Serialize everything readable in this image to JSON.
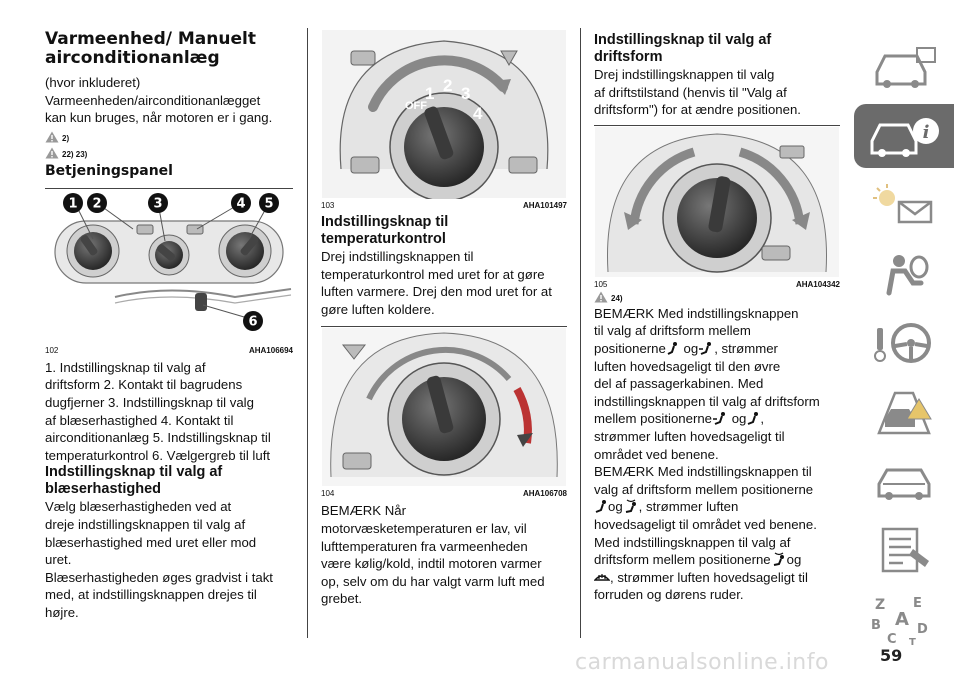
{
  "col1": {
    "heading": [
      "Varmeenhed/ Manuelt",
      "airconditionanlæg"
    ],
    "intro": [
      "(hvor inkluderet)",
      "Varmeenheden/airconditionanlægget",
      "kan kun bruges, når motoren er i gang."
    ],
    "warn1": "2)",
    "warn2": "22)  23)",
    "panel_heading": "Betjeningspanel",
    "figure": {
      "number": "102",
      "code": "AHA106694",
      "callouts": [
        "1",
        "2",
        "3",
        "4",
        "5",
        "6"
      ]
    },
    "legend": [
      "1. Indstillingsknap til valg af",
      "driftsform 2. Kontakt til bagrudens",
      "dugfjerner 3. Indstillingsknap til valg",
      "af blæserhastighed 4. Kontakt til",
      "airconditionanlæg 5. Indstillingsknap til",
      "temperaturkontrol 6. Vælgergreb til luft"
    ],
    "fan_heading": [
      "Indstillingsknap til valg af",
      "blæserhastighed"
    ],
    "fan_text1": [
      "Vælg blæserhastigheden ved at",
      "dreje indstillingsknappen til valg af",
      "blæserhastighed med uret eller mod",
      "uret."
    ],
    "fan_text2": [
      "Blæserhastigheden øges gradvist i takt",
      "med, at indstillingsknappen drejes til",
      "højre."
    ]
  },
  "col2": {
    "figure103": {
      "number": "103",
      "code": "AHA101497",
      "dial_labels": [
        "OFF",
        "1",
        "2",
        "3",
        "4"
      ]
    },
    "temp_heading": [
      "Indstillingsknap til",
      "temperaturkontrol"
    ],
    "temp_text": [
      "Drej indstillingsknappen til",
      "temperaturkontrol med uret for at gøre",
      "luften varmere. Drej den mod uret for at",
      "gøre luften koldere."
    ],
    "figure104": {
      "number": "104",
      "code": "AHA106708"
    },
    "note": [
      "BEMÆRK Når",
      "motorvæsketemperaturen er lav, vil",
      "lufttemperaturen fra varmeenheden",
      "være kølig/kold, indtil motoren varmer",
      "op, selv om du har valgt varm luft med",
      "grebet."
    ]
  },
  "col3": {
    "mode_heading": [
      "Indstillingsknap til valg af",
      "driftsform"
    ],
    "mode_text": [
      "Drej indstillingsknappen til valg",
      "af driftstilstand (henvis til \"Valg af",
      "driftsform\") for at ændre positionen."
    ],
    "figure105": {
      "number": "105",
      "code": "AHA104342"
    },
    "warn3": "24)",
    "n1": {
      "a": "BEMÆRK Med indstillingsknappen",
      "b": "til valg af driftsform mellem",
      "c1": "positionerne",
      "c2": "og",
      "c3": ", strømmer",
      "d": "luften hovedsageligt til den øvre",
      "e": "del af passagerkabinen. Med",
      "f": "indstillingsknappen til valg af driftsform",
      "g1": "mellem positionerne",
      "g2": "og",
      "g3": ",",
      "h": "strømmer luften hovedsageligt til",
      "i": "området ved benene."
    },
    "n2": {
      "a": "BEMÆRK Med indstillingsknappen til",
      "b": "valg af driftsform mellem positionerne",
      "c1": "og",
      "c2": ", strømmer luften",
      "d": "hovedsageligt til området ved benene.",
      "e": "Med indstillingsknappen til valg af",
      "f1": "driftsform mellem positionerne",
      "f2": "og",
      "g": ", strømmer luften hovedsageligt til",
      "h": "forruden og dørens ruder."
    }
  },
  "page_number": "59",
  "watermark": "carmanualsonline.info",
  "sidebar_icons": [
    "car-dashboard-icon",
    "car-info-icon",
    "warning-light-envelope-icon",
    "airbag-person-icon",
    "steering-key-icon",
    "car-road-warning-icon",
    "car-service-icon",
    "checklist-icon",
    "alphabet-index-icon"
  ],
  "colors": {
    "text": "#111111",
    "sidebar_active": "#6b6b6b",
    "icon": "#8a8a8a",
    "arrow": "#888888"
  }
}
